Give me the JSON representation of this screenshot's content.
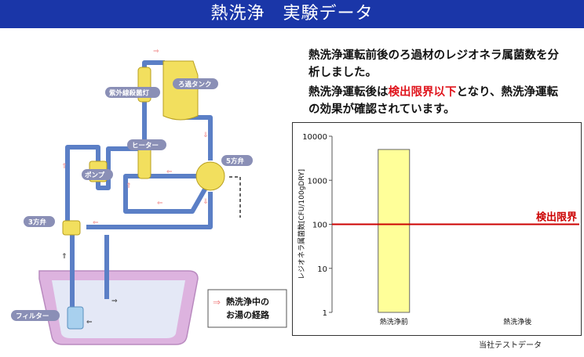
{
  "header": {
    "title": "熱洗浄　実験データ"
  },
  "description": {
    "line1": "熱洗浄運転前後のろ過材のレジオネラ属菌数を分析しました。",
    "line2_before": "熱洗浄運転後は",
    "line2_highlight": "検出限界以下",
    "line2_after": "となり、熱洗浄運転の効果が確認されています。",
    "highlight_color": "#e0151d"
  },
  "diagram": {
    "labels": {
      "uv": "紫外線殺菌灯",
      "filter_tank": "ろ過タンク",
      "heater": "ヒーター",
      "pump": "ポンプ",
      "valve5": "5方弁",
      "valve3": "3方弁",
      "filter": "フィルター"
    },
    "legend": {
      "line1": "熱洗浄中の",
      "line2": "お湯の経路"
    },
    "colors": {
      "pipe": "#5b7fc6",
      "arrow": "#f08c8c",
      "equipment": "#f2df5e",
      "tub": "#ddb3df"
    }
  },
  "source_note": "当社テストデータ",
  "chart_data": {
    "type": "bar",
    "categories": [
      "熱洗浄前",
      "熱洗浄後"
    ],
    "values": [
      5000,
      null
    ],
    "ylabel": "レジオネラ属菌数[CFU/100gDRY]",
    "yscale": "log",
    "ylim": [
      1,
      10000
    ],
    "yticks": [
      "10000",
      "1000",
      "100",
      "10",
      "1"
    ],
    "bar_color": "#ffff99",
    "reference_line": {
      "value": 100,
      "label": "検出限界",
      "color": "#cc0000"
    },
    "grid": false
  }
}
